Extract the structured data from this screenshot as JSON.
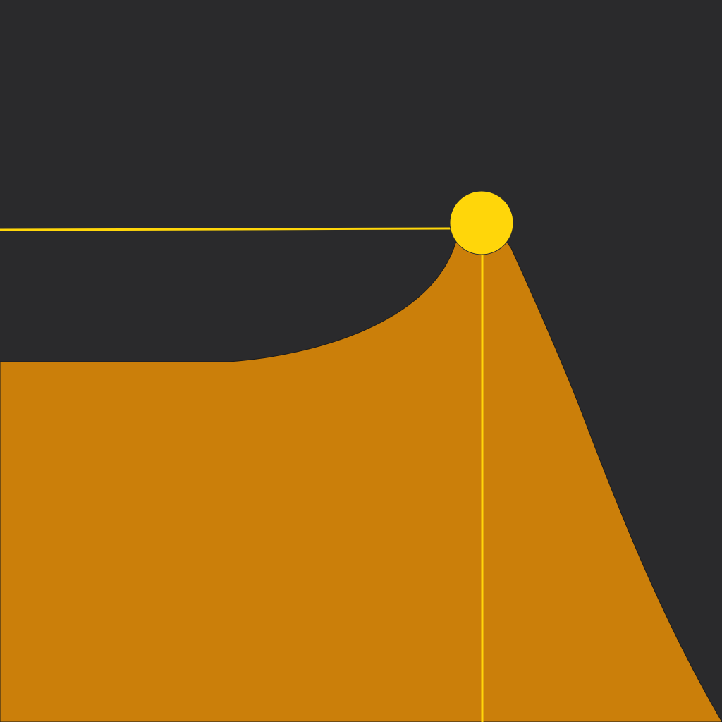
{
  "editor": {
    "colors": {
      "background": "#2a2a2c",
      "curve_fill": "#cb7f0a",
      "guide_line": "#ffd60a",
      "handle": "#ffd60a"
    },
    "icons": {
      "handle": "resonance-handle-icon"
    },
    "filter_response": {
      "cutoff_position": 0.668,
      "resonance_peak_level": 0.69,
      "base_level": 0.5
    }
  }
}
